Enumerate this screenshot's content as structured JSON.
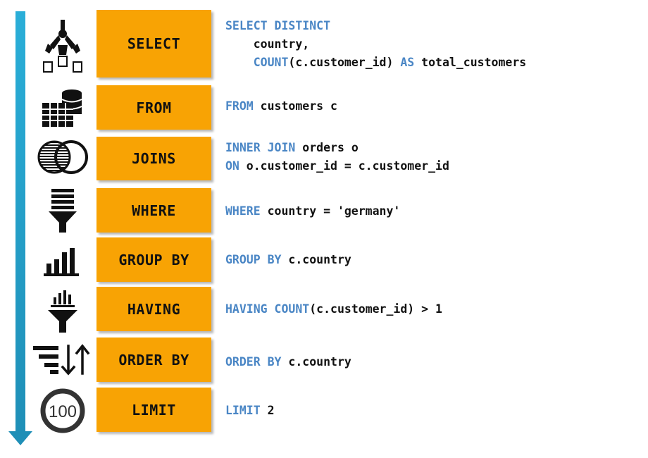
{
  "colors": {
    "arrow": "#2aaed8",
    "box": "#f8a304",
    "keyword": "#4a86c5",
    "code": "#111111"
  },
  "clauses": [
    {
      "label": "SELECT",
      "icon": "robot-arm-icon",
      "lines": [
        {
          "kw1": "SELECT DISTINCT",
          "t1": ""
        },
        {
          "indent": "    ",
          "t1": "country,"
        },
        {
          "indent": "    ",
          "kw1": "COUNT",
          "t1": "(c.customer_id) ",
          "kw2": "AS",
          "t2": " total_customers"
        }
      ]
    },
    {
      "label": "FROM",
      "icon": "database-table-icon",
      "lines": [
        {
          "kw1": "FROM",
          "t1": " customers c"
        }
      ]
    },
    {
      "label": "JOINS",
      "icon": "venn-join-icon",
      "lines": [
        {
          "kw1": "INNER JOIN",
          "t1": " orders o"
        },
        {
          "kw1": "ON",
          "t1": " o.customer_id = c.customer_id"
        }
      ]
    },
    {
      "label": "WHERE",
      "icon": "filter-funnel-icon",
      "lines": [
        {
          "kw1": "WHERE",
          "t1": " country = 'germany'"
        }
      ]
    },
    {
      "label": "GROUP BY",
      "icon": "bar-chart-icon",
      "lines": [
        {
          "kw1": "GROUP BY",
          "t1": " c.country"
        }
      ]
    },
    {
      "label": "HAVING",
      "icon": "chart-funnel-icon",
      "lines": [
        {
          "kw1": "HAVING",
          "kw1b": " COUNT",
          "t1": "(c.customer_id) > 1"
        }
      ]
    },
    {
      "label": "ORDER BY",
      "icon": "sort-icon",
      "lines": [
        {
          "kw1": "ORDER BY",
          "t1": " c.country"
        }
      ]
    },
    {
      "label": "LIMIT",
      "icon": "hundred-circle-icon",
      "icon_text": "100",
      "lines": [
        {
          "kw1": "LIMIT",
          "t1": " 2"
        }
      ]
    }
  ]
}
